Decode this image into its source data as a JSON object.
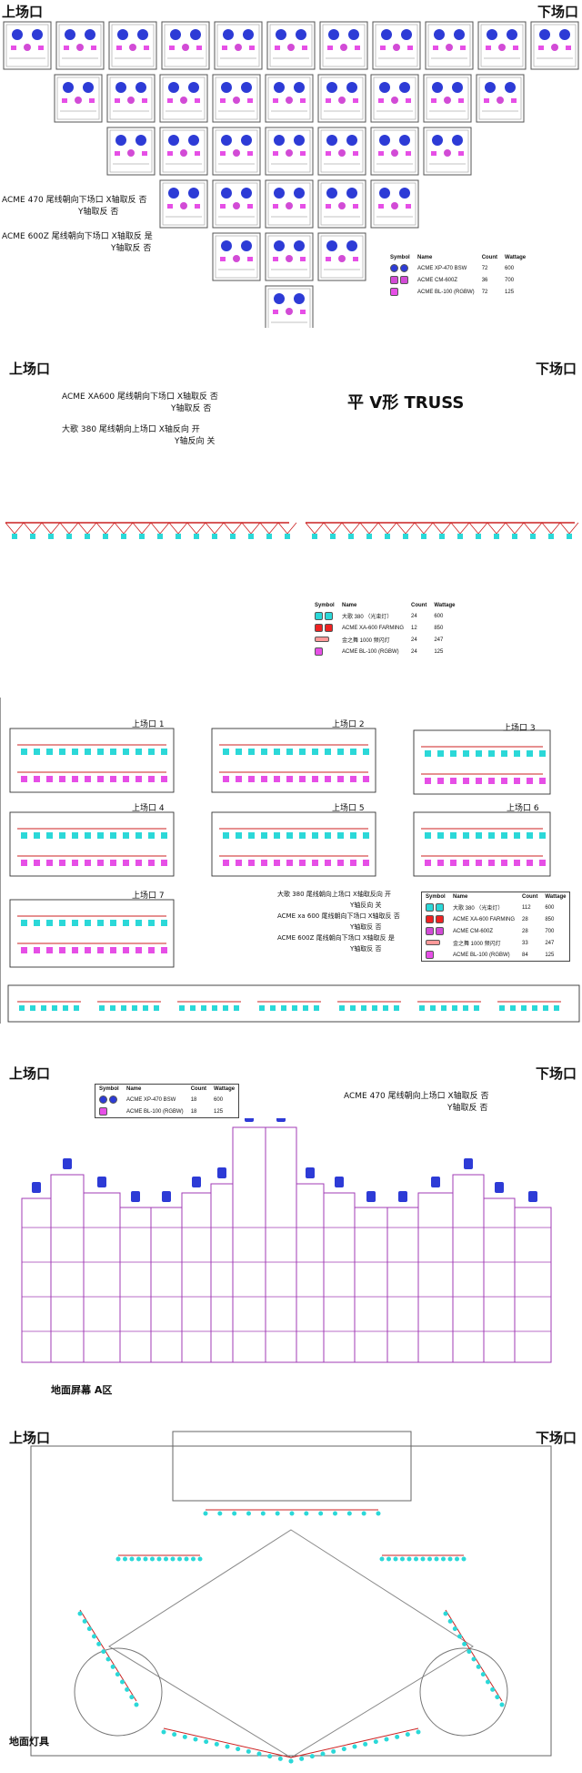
{
  "sec1": {
    "left_label": "上场口",
    "right_label": "下场口",
    "note1_a": "ACME 470  尾线朝向下场口 X轴取反 否",
    "note1_b": "Y轴取反 否",
    "note2_a": "ACME 600Z  尾线朝向下场口 X轴取反 是",
    "note2_b": "Y轴取反 否",
    "legend": {
      "headers": [
        "Symbol",
        "Name",
        "Count",
        "Wattage"
      ],
      "rows": [
        {
          "name": "ACME XP-470 BSW",
          "count": "72",
          "watt": "600"
        },
        {
          "name": "ACME CM-600Z",
          "count": "36",
          "watt": "700"
        },
        {
          "name": "ACME BL-100 (RGBW)",
          "count": "72",
          "watt": "125"
        }
      ]
    }
  },
  "sec2": {
    "left_label": "上场口",
    "right_label": "下场口",
    "note1_a": "ACME  XA600  尾线朝向下场口 X轴取反 否",
    "note1_b": "Y轴取反 否",
    "note2_a": "大歌 380       尾线朝向上场口 X轴反向 开",
    "note2_b": "Y轴反向 关",
    "title": "平 V形 TRUSS",
    "legend": {
      "headers": [
        "Symbol",
        "Name",
        "Count",
        "Wattage"
      ],
      "rows": [
        {
          "name": "大歌 380 （光束灯）",
          "count": "24",
          "watt": "600"
        },
        {
          "name": "ACME XA-600 FARMING",
          "count": "12",
          "watt": "850"
        },
        {
          "name": "金之舞 1000 频闪灯",
          "count": "24",
          "watt": "247"
        },
        {
          "name": "ACME BL-100 (RGBW)",
          "count": "24",
          "watt": "125"
        }
      ]
    }
  },
  "sec3": {
    "groups": [
      "上场口 1",
      "上场口 2",
      "上场口 3",
      "上场口 4",
      "上场口 5",
      "上场口 6",
      "上场口 7"
    ],
    "note_a": "大歌 380     尾线朝向上场口 X轴取反向 开",
    "note_b": "Y轴反向 关",
    "note_c": "ACME xa 600 尾线朝向下场口 X轴取反 否",
    "note_d": "Y轴取反 否",
    "note_e": "ACME 600Z 尾线朝向下场口 X轴取反 是",
    "note_f": "Y轴取反 否",
    "legend": {
      "headers": [
        "Symbol",
        "Name",
        "Count",
        "Wattage"
      ],
      "rows": [
        {
          "name": "大歌 380 （光束灯）",
          "count": "112",
          "watt": "600"
        },
        {
          "name": "ACME XA-600 FARMING",
          "count": "28",
          "watt": "850"
        },
        {
          "name": "ACME CM-600Z",
          "count": "28",
          "watt": "700"
        },
        {
          "name": "金之舞 1000 频闪灯",
          "count": "33",
          "watt": "247"
        },
        {
          "name": "ACME BL-100 (RGBW)",
          "count": "84",
          "watt": "125"
        }
      ]
    }
  },
  "sec4": {
    "left_label": "上场口",
    "right_label": "下场口",
    "note_a": "ACME 470  尾线朝向上场口 X轴取反 否",
    "note_b": "Y轴取反 否",
    "caption": "地面屏幕 A区",
    "legend": {
      "headers": [
        "Symbol",
        "Name",
        "Count",
        "Wattage"
      ],
      "rows": [
        {
          "name": "ACME XP-470 BSW",
          "count": "18",
          "watt": "600"
        },
        {
          "name": "ACME BL-100 (RGBW)",
          "count": "18",
          "watt": "125"
        }
      ]
    }
  },
  "sec5": {
    "left_label": "上场口",
    "right_label": "下场口",
    "caption": "地面灯具"
  }
}
